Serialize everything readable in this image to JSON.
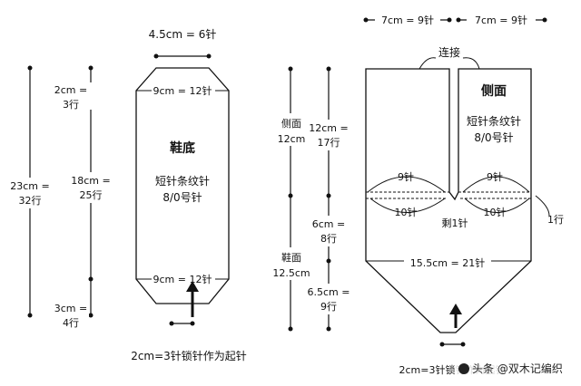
{
  "sole": {
    "top_width": "4.5cm = 6针",
    "top_row": "9cm = 12针",
    "title": "鞋底",
    "stitch": "短针条纹针",
    "hook": "8/0号针",
    "bottom_row": "9cm = 12针",
    "start_chain": "2cm=3针锁针作为起针",
    "total_height_cm": "23cm =",
    "total_height_rows": "32行",
    "top_taper_cm": "2cm =",
    "top_taper_rows": "3行",
    "middle_cm": "18cm =",
    "middle_rows": "25行",
    "bottom_taper_cm": "3cm =",
    "bottom_taper_rows": "4行"
  },
  "upper": {
    "left_top_width": "7cm = 9针",
    "right_top_width": "7cm = 9针",
    "join_label": "连接",
    "side_title": "侧面",
    "stitch": "短针条纹针",
    "hook": "8/0号针",
    "left_9": "9针",
    "right_9": "9针",
    "left_10": "10针",
    "right_10": "10针",
    "one_row": "1行",
    "remaining": "剩1针",
    "mid_width": "15.5cm = 21针",
    "start_chain": "2cm=3针锁针作为起针",
    "side_label": "侧面",
    "side_label_cm": "12cm",
    "side_height_cm": "12cm =",
    "side_height_rows": "17行",
    "vamp_label": "鞋面",
    "vamp_cm": "12.5cm",
    "vamp_a_cm": "6cm =",
    "vamp_a_rows": "8行",
    "vamp_b_cm": "6.5cm =",
    "vamp_b_rows": "9行"
  },
  "watermark": "头条 @双木记编织"
}
